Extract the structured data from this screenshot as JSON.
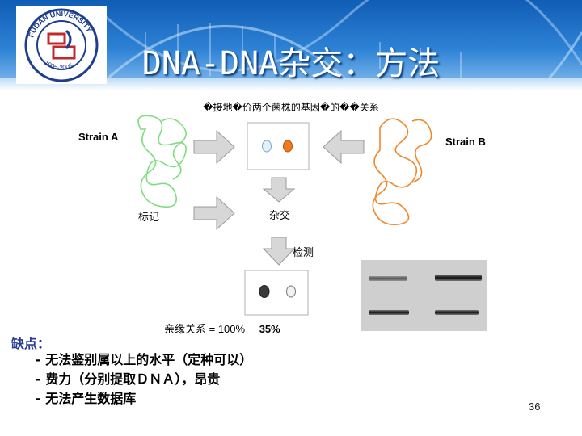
{
  "header": {
    "title": "DNA-DNA杂交：方法"
  },
  "logo": {
    "text_top": "FUDAN UNIVERSITY",
    "text_bottom": "1905-2005"
  },
  "diagram": {
    "subtitle": "�接地�价两个菌株的基因�的��关系",
    "strain_a": "Strain A",
    "strain_b": "Strain B",
    "label_mark": "标记",
    "label_hybrid": "杂交",
    "label_detect": "检测",
    "affinity_label": "亲缘关系 = 100%",
    "affinity_value": "35%",
    "colors": {
      "strain_a": "#7fdc7f",
      "strain_b": "#f0882a",
      "arrow_fill": "#d7d7d7",
      "arrow_stroke": "#9a9a9a"
    }
  },
  "cons": {
    "title": "缺点：",
    "items": [
      "- 无法鉴别属以上的水平（定种可以）",
      "- 费力（分别提取ＤＮＡ），昂贵",
      "- 无法产生数据库"
    ]
  },
  "page_number": "36"
}
